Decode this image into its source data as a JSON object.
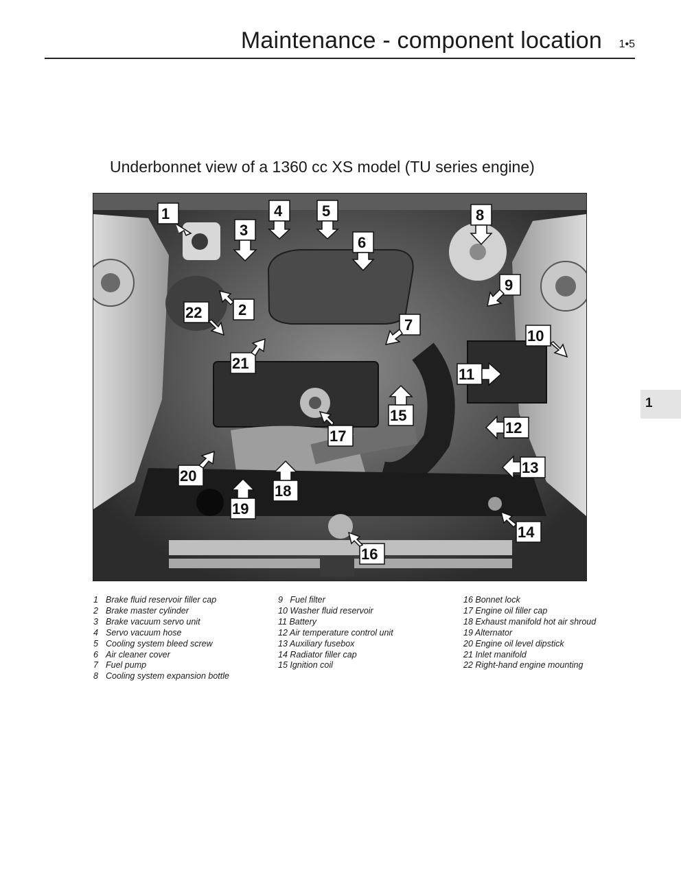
{
  "header": {
    "title": "Maintenance - component location",
    "page_number": "1•5"
  },
  "chapter_tab": "1",
  "caption": "Underbonnet view of a 1360 cc XS model (TU series engine)",
  "photo_labels": [
    "1",
    "2",
    "3",
    "4",
    "5",
    "6",
    "7",
    "8",
    "9",
    "10",
    "11",
    "12",
    "13",
    "14",
    "15",
    "16",
    "17",
    "18",
    "19",
    "20",
    "21",
    "22"
  ],
  "legend": {
    "col1": [
      {
        "num": "1",
        "text": "Brake fluid reservoir filler cap"
      },
      {
        "num": "2",
        "text": "Brake master cylinder"
      },
      {
        "num": "3",
        "text": "Brake vacuum servo unit"
      },
      {
        "num": "4",
        "text": "Servo vacuum hose"
      },
      {
        "num": "5",
        "text": "Cooling system bleed screw"
      },
      {
        "num": "6",
        "text": "Air cleaner cover"
      },
      {
        "num": "7",
        "text": "Fuel pump"
      },
      {
        "num": "8",
        "text": "Cooling system expansion bottle"
      }
    ],
    "col2": [
      "9   Fuel filter",
      "10 Washer fluid reservoir",
      "11 Battery",
      "12 Air temperature control unit",
      "13 Auxiliary fusebox",
      "14 Radiator filler cap",
      "15 Ignition coil"
    ],
    "col3": [
      "16 Bonnet lock",
      "17 Engine oil filler cap",
      "18 Exhaust manifold hot air shroud",
      "19 Alternator",
      "20 Engine oil level dipstick",
      "21 Inlet manifold",
      "22 Right-hand engine mounting"
    ]
  }
}
